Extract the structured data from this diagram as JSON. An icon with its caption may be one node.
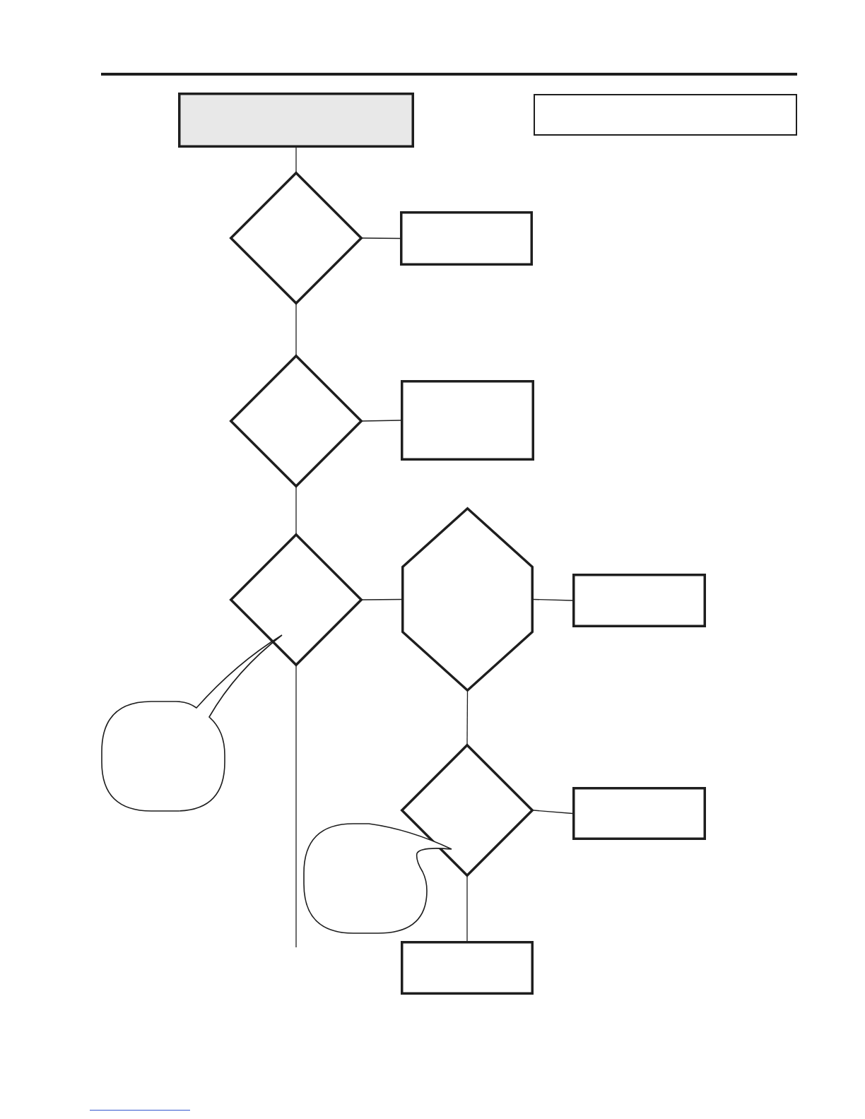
{
  "diagram": {
    "nodes": [
      {
        "text": [],
        "shape": "box"
      },
      {
        "text": [],
        "shape": "box"
      },
      {
        "text": [],
        "shape": "diamond"
      },
      {
        "text": [],
        "shape": "box"
      },
      {
        "text": [],
        "shape": "diamond"
      },
      {
        "text": [],
        "shape": "box"
      },
      {
        "text": [],
        "shape": "diamond"
      },
      {
        "text": [],
        "shape": "hexagon"
      },
      {
        "text": [],
        "shape": "box"
      },
      {
        "text": [],
        "shape": "bubble"
      },
      {
        "text": [],
        "shape": "diamond"
      },
      {
        "text": [],
        "shape": "box"
      },
      {
        "text": [],
        "shape": "bubble"
      },
      {
        "text": [],
        "shape": "box"
      }
    ],
    "edges": [
      {
        "from": 0,
        "to": 2,
        "arrow": "none"
      },
      {
        "from": 2,
        "to": 3,
        "arrow": "none"
      },
      {
        "from": 2,
        "to": 4,
        "arrow": "none"
      },
      {
        "from": 4,
        "to": 5,
        "arrow": "none"
      },
      {
        "from": 4,
        "to": 6,
        "arrow": "none"
      },
      {
        "from": 6,
        "to": 7,
        "arrow": "none"
      },
      {
        "from": 7,
        "to": 8,
        "arrow": "none"
      },
      {
        "from": 7,
        "to": 10,
        "arrow": "none"
      },
      {
        "from": 10,
        "to": 11,
        "arrow": "none"
      },
      {
        "from": 10,
        "to": 13,
        "arrow": "none"
      },
      {
        "from": 6,
        "to": null,
        "arrow": "none"
      }
    ]
  }
}
